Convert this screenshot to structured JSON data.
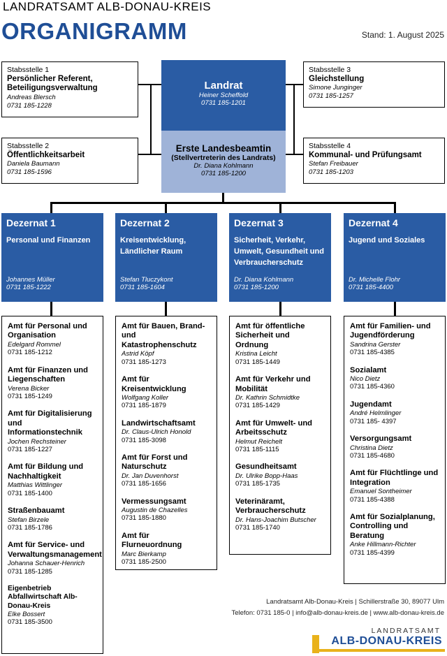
{
  "header": {
    "org": "LANDRATSAMT ALB-DONAU-KREIS",
    "title": "ORGANIGRAMM",
    "stand": "Stand: 1. August 2025"
  },
  "staff": [
    {
      "label": "Stabsstelle 1",
      "name": "Persönlicher Referent, Beteiligungsverwaltung",
      "person": "Andreas Blersch",
      "phone": "0731 185-1228"
    },
    {
      "label": "Stabsstelle 2",
      "name": "Öffentlichkeitsarbeit",
      "person": "Daniela Baumann",
      "phone": "0731 185-1596"
    },
    {
      "label": "Stabsstelle 3",
      "name": "Gleichstellung",
      "person": "Simone Junginger",
      "phone": "0731 185-1257"
    },
    {
      "label": "Stabsstelle 4",
      "name": "Kommunal- und Prüfungsamt",
      "person": "Stefan Freibauer",
      "phone": "0731 185-1203"
    }
  ],
  "landrat": {
    "title": "Landrat",
    "person": "Heiner Scheffold",
    "phone": "0731 185-1201"
  },
  "deputy": {
    "title": "Erste Landesbeamtin",
    "subtitle": "(Stellvertreterin des Landrats)",
    "person": "Dr. Diana Kohlmann",
    "phone": "0731 185-1200"
  },
  "dezernate": [
    {
      "title": "Dezernat 1",
      "desc": "Personal und Finanzen",
      "person": "Johannes Müller",
      "phone": "0731 185-1222",
      "aemter": [
        {
          "name": "Amt für Personal und Organisation",
          "person": "Edelgard Rommel",
          "phone": "0731 185-1212"
        },
        {
          "name": "Amt für Finanzen und Liegenschaften",
          "person": "Verena Bicker",
          "phone": "0731 185-1249"
        },
        {
          "name": "Amt für Digitalisierung und Informationstechnik",
          "person": "Jochen Rechsteiner",
          "phone": "0731 185-1227"
        },
        {
          "name": "Amt für Bildung und Nachhaltigkeit",
          "person": "Matthias Wittlinger",
          "phone": "0731 185-1400"
        },
        {
          "name": "Straßenbauamt",
          "person": "Stefan Birzele",
          "phone": "0731 185-1786"
        },
        {
          "name": "Amt für Service- und Verwaltungsmanagement",
          "person": "Johanna Schauer-Henrich",
          "phone": "0731 185-1285"
        },
        {
          "name": "Eigenbetrieb Abfallwirtschaft Alb-Donau-Kreis",
          "person": "Elke Bossert",
          "phone": "0731 185-3500"
        }
      ]
    },
    {
      "title": "Dezernat 2",
      "desc": "Kreisentwicklung, Ländlicher Raum",
      "person": "Stefan Tluczykont",
      "phone": "0731 185-1604",
      "aemter": [
        {
          "name": "Amt für Bauen, Brand- und Katastrophenschutz",
          "person": "Astrid Köpf",
          "phone": "0731 185-1273"
        },
        {
          "name": "Amt für Kreisentwicklung",
          "person": "Wolfgang Koller",
          "phone": "0731 185-1879"
        },
        {
          "name": "Landwirtschaftsamt",
          "person": "Dr. Claus-Ulrich Honold",
          "phone": "0731 185-3098"
        },
        {
          "name": "Amt für Forst und Naturschutz",
          "person": "Dr. Jan Duvenhorst",
          "phone": "0731 185-1656"
        },
        {
          "name": "Vermessungsamt",
          "person": "Augustin de Chazelles",
          "phone": "0731 185-1880"
        },
        {
          "name": "Amt für Flurneuordnung",
          "person": "Marc Bierkamp",
          "phone": "0731 185-2500"
        }
      ]
    },
    {
      "title": "Dezernat 3",
      "desc": "Sicherheit, Verkehr, Umwelt, Gesundheit und Verbraucherschutz",
      "person": "Dr. Diana Kohlmann",
      "phone": "0731 185-1200",
      "aemter": [
        {
          "name": "Amt für öffentliche Sicherheit und Ordnung",
          "person": "Kristina Leicht",
          "phone": "0731 185-1449"
        },
        {
          "name": "Amt für Verkehr und Mobilität",
          "person": "Dr. Kathrin Schmidtke",
          "phone": "0731 185-1429"
        },
        {
          "name": "Amt für Umwelt- und Arbeitsschutz",
          "person": "Helmut Reichelt",
          "phone": "0731 185-1115"
        },
        {
          "name": "Gesundheitsamt",
          "person": "Dr. Ulrike Bopp-Haas",
          "phone": "0731 185-1735"
        },
        {
          "name": "Veterinäramt, Verbraucherschutz",
          "person": "Dr. Hans-Joachim Butscher",
          "phone": "0731 185-1740"
        }
      ]
    },
    {
      "title": "Dezernat 4",
      "desc": "Jugend und Soziales",
      "person": "Dr. Michelle Flohr",
      "phone": "0731 185-4400",
      "aemter": [
        {
          "name": "Amt für Familien- und Jugendförderung",
          "person": "Sandrina Gerster",
          "phone": "0731 185-4385"
        },
        {
          "name": "Sozialamt",
          "person": "Nico Dietz",
          "phone": "0731 185-4360"
        },
        {
          "name": "Jugendamt",
          "person": "André Helmlinger",
          "phone": "0731 185- 4397"
        },
        {
          "name": "Versorgungsamt",
          "person": "Christina Dietz",
          "phone": "0731 185-4680"
        },
        {
          "name": "Amt für Flüchtlinge und Integration",
          "person": "Emanuel Sontheimer",
          "phone": "0731 185-4388"
        },
        {
          "name": "Amt für Sozialplanung, Controlling und Beratung",
          "person": "Anke Hillmann-Richter",
          "phone": "0731 185-4399"
        }
      ]
    }
  ],
  "footer": {
    "line1": "Landratsamt Alb-Donau-Kreis | Schillerstraße 30, 89077 Ulm",
    "line2": "Telefon: 0731 185-0 | info@alb-donau-kreis.de | www.alb-donau-kreis.de"
  },
  "logo": {
    "top": "LANDRATSAMT",
    "main": "ALB-DONAU-KREIS"
  },
  "colors": {
    "primary_blue": "#2a5ca4",
    "light_blue": "#9fb3d8",
    "title_blue": "#1f4e96",
    "logo_yellow": "#e9b21b"
  }
}
